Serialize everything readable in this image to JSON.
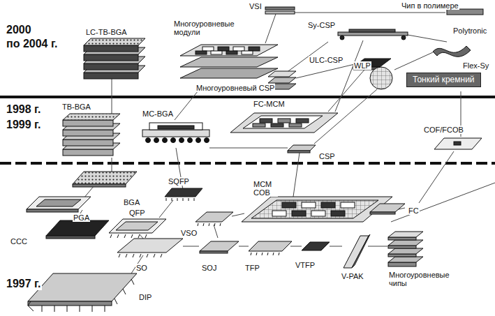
{
  "diagram": {
    "nodes": [
      {
        "text": [
          "Тонкий кремний"
        ]
      }
    ],
    "labels": [
      "2000",
      "по 2004 г.",
      "LC-TB-BGA",
      "Многоуровневые модули",
      "VSI",
      "Чип в полимере",
      "Sy-CSP",
      "Polytronic",
      "ULC-CSP",
      "Flex-Sy",
      "Многоуровневый CSP",
      "WLP",
      "1998 г.",
      "1999 г.",
      "TB-BGA",
      "MC-BGA",
      "FC-MCM",
      "COF/FCOB",
      "CSP",
      "BGA",
      "SQFP",
      "PGA",
      "QFP",
      "MCM COB",
      "CCC",
      "VSO",
      "FC",
      "SO",
      "SOJ",
      "TFP",
      "VTFP",
      "V-PAK",
      "Многоуровневые чипы",
      "1997 г.",
      "DIP"
    ]
  }
}
